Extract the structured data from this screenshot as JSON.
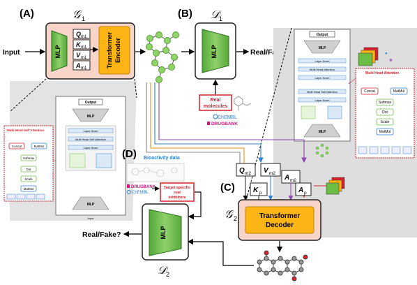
{
  "panels": {
    "a_label": "(A)",
    "b_label": "(B)",
    "c_label": "(C)",
    "d_label": "(D)"
  },
  "symbols": {
    "g1": "𝒢",
    "g1_sub": "1",
    "d1": "𝒟",
    "d1_sub": "1",
    "g2": "𝒢",
    "g2_sub": "2",
    "d2": "𝒟",
    "d2_sub": "2"
  },
  "generator1": {
    "input": "Input",
    "mlp": "MLP",
    "q": "Q",
    "k": "K",
    "v": "V",
    "a": "A",
    "sub": "m1",
    "transformer_line1": "Transformer",
    "transformer_line2": "Encoder"
  },
  "discriminator1": {
    "mlp": "MLP",
    "output": "Real/Fake?",
    "real_line1": "Real",
    "real_line2": "molecules",
    "chembl": "ChEMBL",
    "drugbank": "DRUGBANK"
  },
  "generator2": {
    "q": "Q",
    "q_sub": "m2",
    "k": "K",
    "k_sub": "p",
    "v": "V",
    "v_sub": "m2",
    "a": "A",
    "a_sub": "m2",
    "ap": "A",
    "ap_sub": "p",
    "decoder_line1": "Transformer",
    "decoder_line2": "Decoder"
  },
  "discriminator2": {
    "mlp": "MLP",
    "output": "Real/Fake?"
  },
  "bioactivity": {
    "title": "Bioactivity data",
    "drugbank": "DRUGBANK",
    "chembl": "ChEMBL",
    "target_line1": "Target specific",
    "target_line2": "real",
    "target_line3": "inhibitors"
  },
  "inset": {
    "output": "Output",
    "mlp": "MLP",
    "layer_norm": "Layer Norm",
    "mhsa": "Multi Head Self Attention",
    "mha_title": "Multi Head Self Attention",
    "mha_title_c": "Multi Head Attention",
    "input": "Input",
    "concat": "Concat",
    "matmul": "MatMul",
    "softmax": "Softmax",
    "dot": "Dot",
    "scale": "Scale"
  },
  "colors": {
    "g1_bg": "#f8d5c8",
    "transformer": "#fcb514",
    "mlp": "#6cbd45",
    "mlp_dark": "#3f8f2a",
    "graph": "#8ed466",
    "decoder_bg": "#f8d5c8",
    "purple": "#8e44ad",
    "blue": "#2f7fd6",
    "orange": "#e98a14",
    "red": "#d8212a",
    "inset_bg": "#dedede"
  }
}
